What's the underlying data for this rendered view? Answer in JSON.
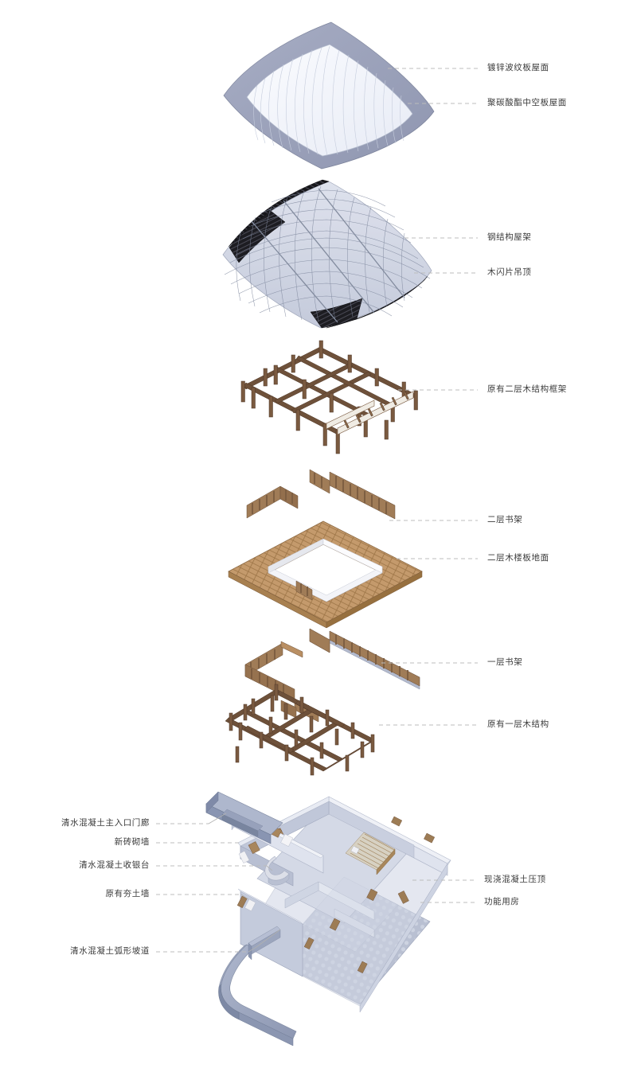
{
  "diagram": {
    "type": "exploded-axonometric",
    "title_text": "",
    "colors": {
      "background": "#ffffff",
      "leader_line": "#b9b9b9",
      "label_text": "#3b3b3b",
      "roof_frame": "#9aa0b8",
      "roof_panel": "#f2f4fa",
      "steel_truss": "#c9cedd",
      "truss_dark": "#1b1b1f",
      "wood_frame": "#6e513a",
      "wood_light": "#b98f63",
      "floor_plank": "#c39a6d",
      "concrete": "#ccd2e2",
      "concrete_dark": "#7f8cab",
      "paving": "#b6bdd0"
    },
    "layers": [
      {
        "id": "roof-metal",
        "label": "镀锌波纹板屋面",
        "side": "right"
      },
      {
        "id": "roof-pc",
        "label": "聚碳酸酯中空板屋面",
        "side": "right"
      },
      {
        "id": "steel-truss",
        "label": "钢结构屋架",
        "side": "right"
      },
      {
        "id": "wood-slat-ceil",
        "label": "木闪片吊顶",
        "side": "right"
      },
      {
        "id": "wood-frame-2f",
        "label": "原有二层木结构框架",
        "side": "right"
      },
      {
        "id": "shelf-2f",
        "label": "二层书架",
        "side": "right"
      },
      {
        "id": "floor-2f",
        "label": "二层木楼板地面",
        "side": "right"
      },
      {
        "id": "shelf-1f",
        "label": "一层书架",
        "side": "right"
      },
      {
        "id": "wood-frame-1f",
        "label": "原有一层木结构",
        "side": "right"
      },
      {
        "id": "concrete-coping",
        "label": "现浇混凝土压顶",
        "side": "right"
      },
      {
        "id": "function-rooms",
        "label": "功能用房",
        "side": "right"
      },
      {
        "id": "entry-porch",
        "label": "清水混凝土主入口门廊",
        "side": "left"
      },
      {
        "id": "brick-wall",
        "label": "新砖砌墙",
        "side": "left"
      },
      {
        "id": "cashier-counter",
        "label": "清水混凝土收银台",
        "side": "left"
      },
      {
        "id": "rammed-earth",
        "label": "原有夯土墙",
        "side": "left"
      },
      {
        "id": "curved-ramp",
        "label": "清水混凝土弧形坡道",
        "side": "left"
      }
    ]
  }
}
